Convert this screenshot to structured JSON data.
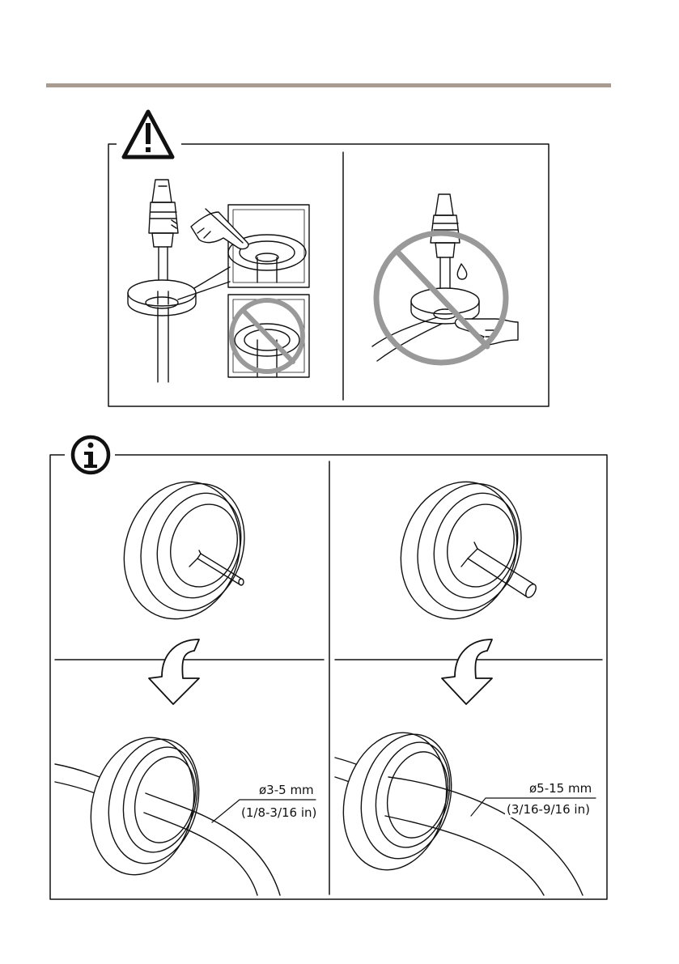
{
  "page": {
    "accent_rule_color": "#a89c92"
  },
  "warning_panel": {
    "icon": "warning-triangle-icon",
    "left_figure": "cable-through-grommet-correct-push",
    "right_figure": "prohibited-cable-insertion-icon"
  },
  "info_panel": {
    "icon": "info-circle-icon",
    "small_cable": {
      "diameter_mm": "ø3-5 mm",
      "diameter_in": "(1/8-3/16 in)"
    },
    "large_cable": {
      "diameter_mm": "ø5-15 mm",
      "diameter_in": "(3/16-9/16 in)"
    }
  }
}
